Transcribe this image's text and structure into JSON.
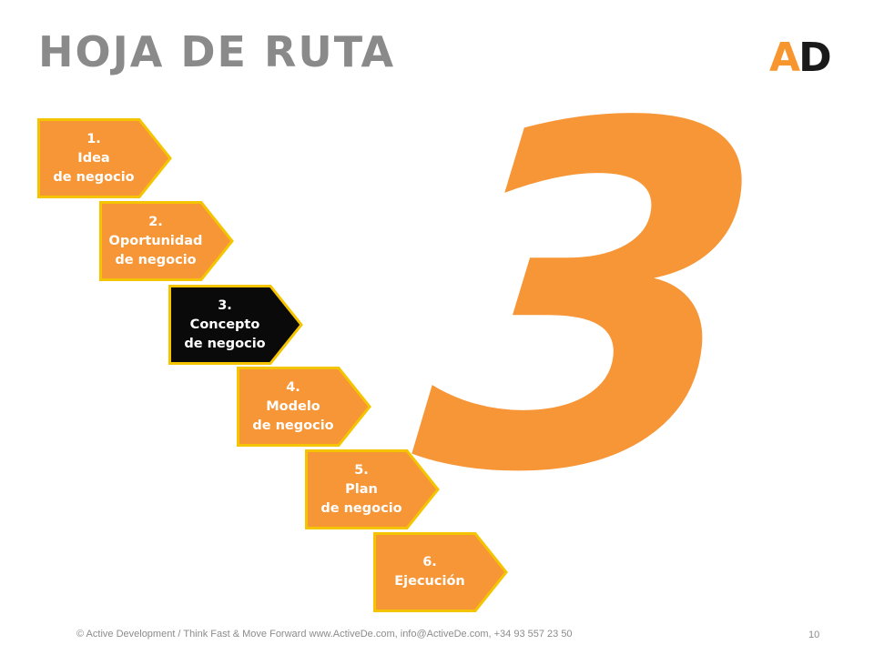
{
  "slide": {
    "title": "HOJA DE RUTA",
    "logo": {
      "part1": "A",
      "part2": "D"
    },
    "big_number": "3",
    "footer": "© Active Development / Think Fast & Move Forward   www.ActiveDe.com, info@ActiveDe.com, +34 93 557 23 50",
    "page_number": "10"
  },
  "steps": [
    {
      "number": "1.",
      "line1": "Idea",
      "line2": "de negocio",
      "active": false
    },
    {
      "number": "2.",
      "line1": "Oportunidad",
      "line2": "de negocio",
      "active": false
    },
    {
      "number": "3.",
      "line1": "Concepto",
      "line2": "de negocio",
      "active": true
    },
    {
      "number": "4.",
      "line1": "Modelo",
      "line2": "de negocio",
      "active": false
    },
    {
      "number": "5.",
      "line1": "Plan",
      "line2": "de negocio",
      "active": false
    },
    {
      "number": "6.",
      "line1": "Ejecución",
      "line2": "",
      "active": false
    }
  ],
  "colors": {
    "step_fill": "#f79637",
    "step_border": "#f5c400",
    "active_fill": "#0a0a0a",
    "big_number": "#f79637",
    "title": "#8a8a8a"
  }
}
